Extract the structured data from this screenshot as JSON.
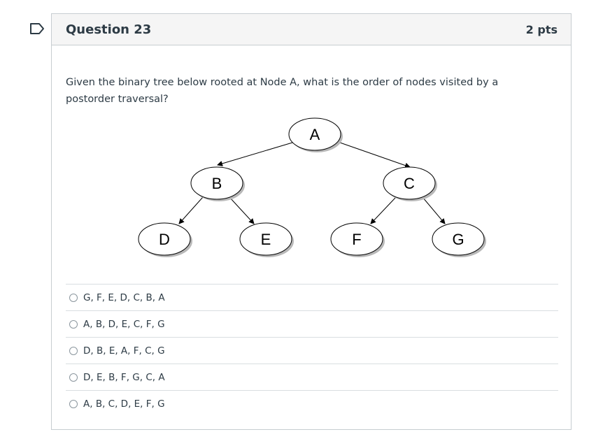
{
  "question": {
    "title": "Question 23",
    "points": "2 pts",
    "text": "Given the binary tree below rooted at Node A, what is the order of nodes visited by a postorder traversal?"
  },
  "tree": {
    "nodes": [
      "A",
      "B",
      "C",
      "D",
      "E",
      "F",
      "G"
    ]
  },
  "answers": [
    {
      "label": "G, F, E, D, C, B, A"
    },
    {
      "label": "A, B, D, E, C, F, G"
    },
    {
      "label": "D, B, E, A, F, C, G"
    },
    {
      "label": "D, E, B, F, G, C, A"
    },
    {
      "label": "A, B, C, D, E, F, G"
    }
  ],
  "colors": {
    "text": "#2d3b45",
    "border": "#c7cdd1",
    "header_bg": "#f5f5f5"
  }
}
